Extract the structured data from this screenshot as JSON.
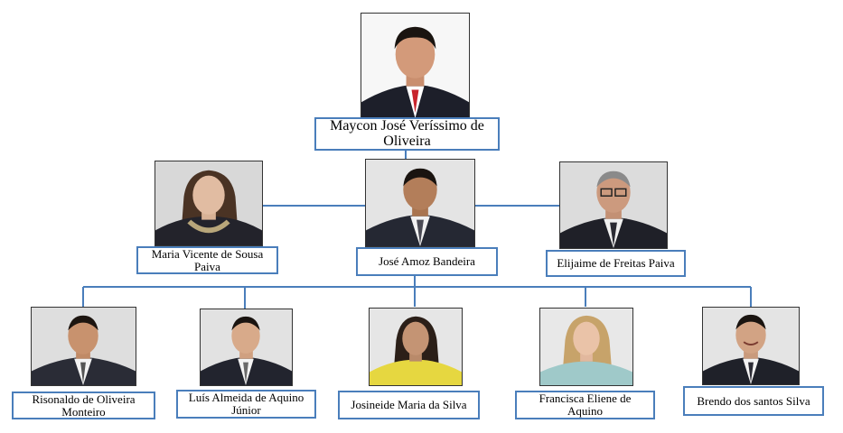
{
  "colors": {
    "connector": "#4a7ebb",
    "box_border": "#4a7ebb"
  },
  "nodes": [
    {
      "id": "maycon",
      "name": "Maycon José Veríssimo de Oliveira",
      "photo": "man-suit-red-tie-photo"
    },
    {
      "id": "maria",
      "name": "Maria Vicente de Sousa Paiva",
      "photo": "woman-necklace-photo"
    },
    {
      "id": "jose",
      "name": "José Amoz Bandeira",
      "photo": "man-suit-patterned-tie-photo"
    },
    {
      "id": "elijaime",
      "name": "Elijaime de Freitas Paiva",
      "photo": "older-man-glasses-photo"
    },
    {
      "id": "risonaldo",
      "name": "Risonaldo de Oliveira Monteiro",
      "photo": "man-suit-photo"
    },
    {
      "id": "luis",
      "name": "Luís Almeida de Aquino Júnior",
      "photo": "man-suit-photo"
    },
    {
      "id": "josineide",
      "name": "Josineide Maria da Silva",
      "photo": "woman-yellow-top-photo"
    },
    {
      "id": "francisca",
      "name": "Francisca Eliene de Aquino",
      "photo": "woman-blonde-photo"
    },
    {
      "id": "brendo",
      "name": "Brendo dos santos Silva",
      "photo": "smiling-man-suit-photo"
    }
  ]
}
